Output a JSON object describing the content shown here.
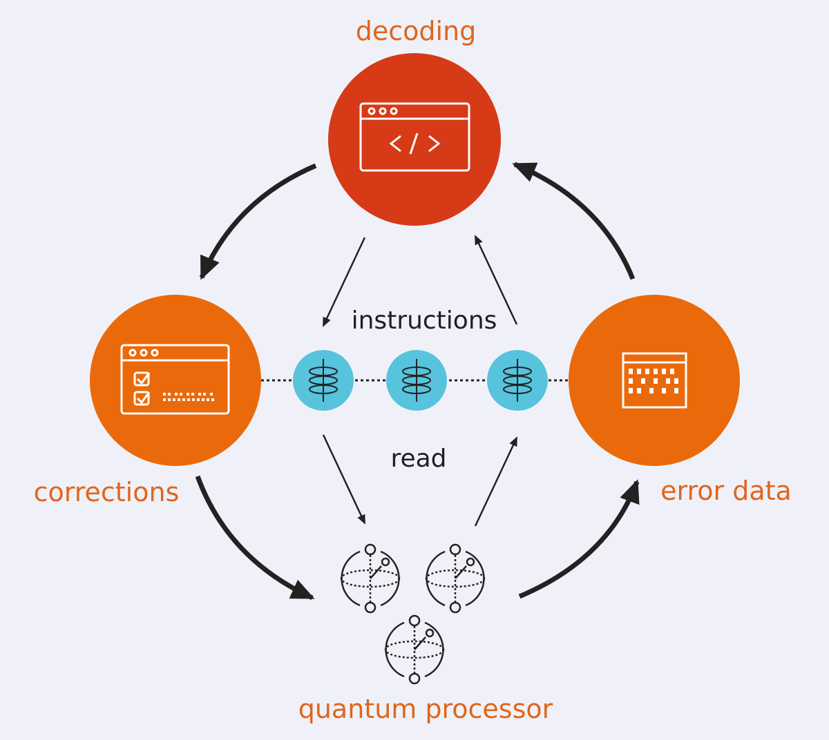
{
  "labels": {
    "decoding": "decoding",
    "corrections": "corrections",
    "error_data": "error data",
    "quantum_processor": "quantum processor",
    "instructions": "instructions",
    "read": "read"
  },
  "colors": {
    "background": "#f0f1f8",
    "decoding_fill": "#d63a16",
    "node_orange": "#ea6a0b",
    "label_orange": "#e0651c",
    "qubit_cyan": "#57c3dc",
    "arrow_dark": "#222222",
    "text_dark": "#1e1e26"
  }
}
